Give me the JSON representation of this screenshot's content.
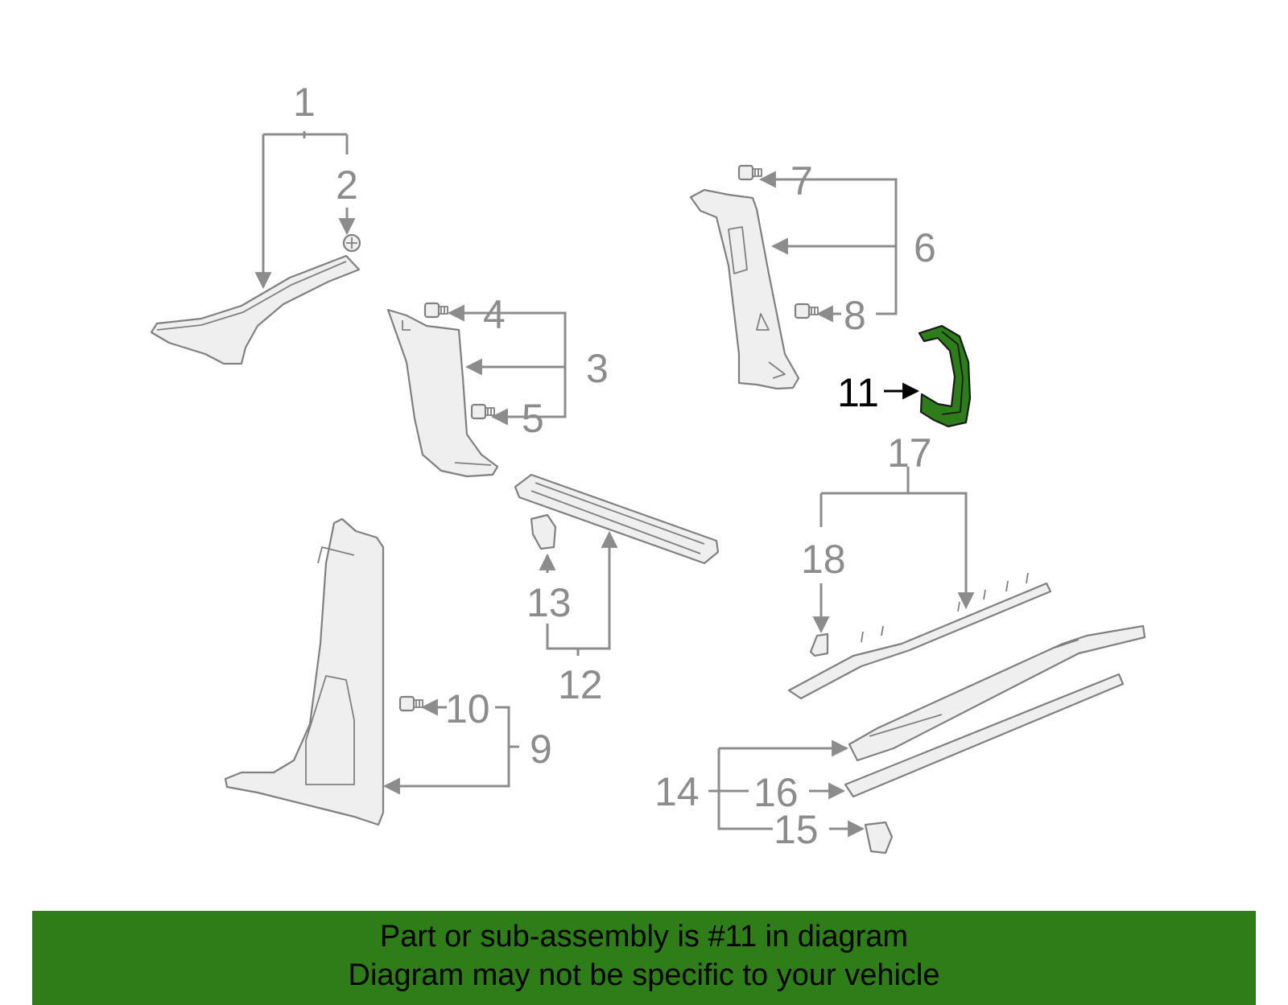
{
  "callouts": {
    "c1": "1",
    "c2": "2",
    "c3": "3",
    "c4": "4",
    "c5": "5",
    "c6": "6",
    "c7": "7",
    "c8": "8",
    "c9": "9",
    "c10": "10",
    "c11": "11",
    "c12": "12",
    "c13": "13",
    "c14": "14",
    "c15": "15",
    "c16": "16",
    "c17": "17",
    "c18": "18"
  },
  "highlighted_part": "11",
  "colors": {
    "highlight": "#2d7d1a",
    "banner": "#2e7d19",
    "part_outline": "#808080",
    "callout_text": "#8c8c8c"
  },
  "banner": {
    "line1": "Part or sub-assembly is #11 in diagram",
    "line2": "Diagram may not be specific to your vehicle"
  }
}
